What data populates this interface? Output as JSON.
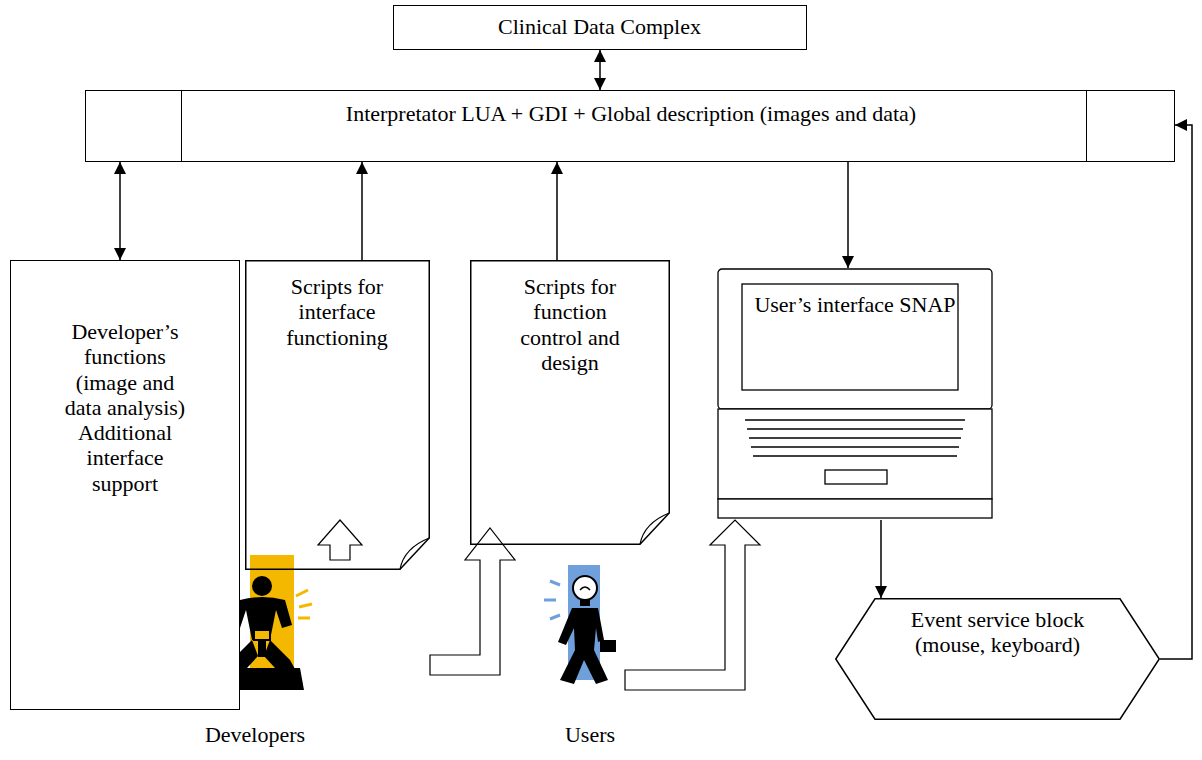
{
  "diagram": {
    "nodes": [
      {
        "text": [
          "Clinical Data Complex"
        ]
      },
      {
        "text": [
          "Interpretator LUA + GDI + Global description (images and data)"
        ]
      },
      {
        "text": [
          "Developer’s functions (image and data analysis)",
          "Additional interface support"
        ]
      },
      {
        "text": [
          "Scripts for interface functioning"
        ]
      },
      {
        "text": [
          "Scripts for function control and design"
        ]
      },
      {
        "text": [
          "User’s interface SNAP"
        ]
      },
      {
        "text": [
          "Event service block (mouse, keyboard)"
        ]
      }
    ],
    "edges": [
      {
        "from": 0,
        "to": 1,
        "arrow": "both"
      },
      {
        "from": 1,
        "to": 2,
        "arrow": "both"
      },
      {
        "from": 3,
        "to": 1,
        "arrow": "to"
      },
      {
        "from": 4,
        "to": 1,
        "arrow": "to"
      },
      {
        "from": 1,
        "to": 5,
        "arrow": "to"
      },
      {
        "from": 5,
        "to": 6,
        "arrow": "to"
      },
      {
        "from": 6,
        "to": 1,
        "arrow": "to"
      }
    ],
    "labels": [
      "Developers",
      "Users"
    ]
  }
}
